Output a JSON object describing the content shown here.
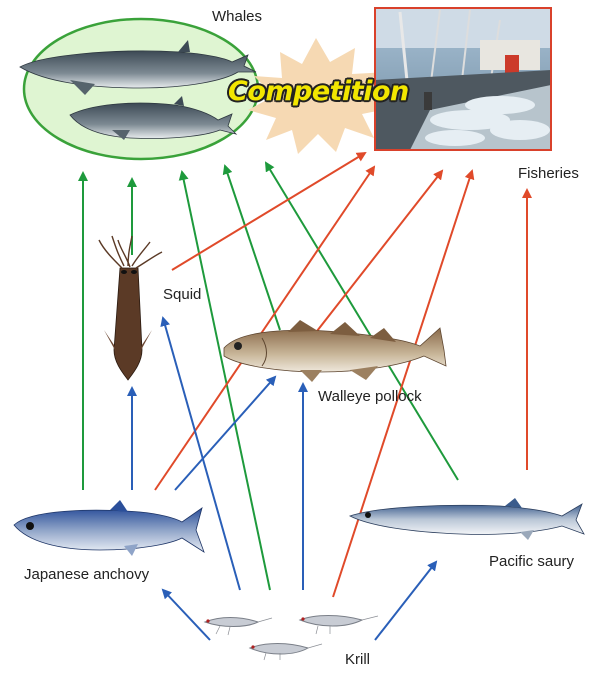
{
  "labels": {
    "whales": "Whales",
    "competition": "Competition",
    "fisheries": "Fisheries",
    "squid": "Squid",
    "walleye_pollock": "Walleye pollock",
    "japanese_anchovy": "Japanese anchovy",
    "pacific_saury": "Pacific saury",
    "krill": "Krill"
  },
  "colors": {
    "whale_arrows": "#1e9a3c",
    "fisheries_arrows": "#e04a2a",
    "prey_arrows": "#2a5fb8",
    "whale_ellipse_fill": "#dff5d2",
    "whale_ellipse_stroke": "#3aa23a",
    "burst_fill": "#f6d9b3",
    "fisheries_photo_border": "#d9412b",
    "competition_text": "#f2e600"
  },
  "icons": [
    "fin-whale-icon",
    "minke-whale-icon",
    "fishing-boat-photo",
    "squid-icon",
    "walleye-pollock-icon",
    "japanese-anchovy-icon",
    "pacific-saury-icon",
    "krill-icon"
  ]
}
